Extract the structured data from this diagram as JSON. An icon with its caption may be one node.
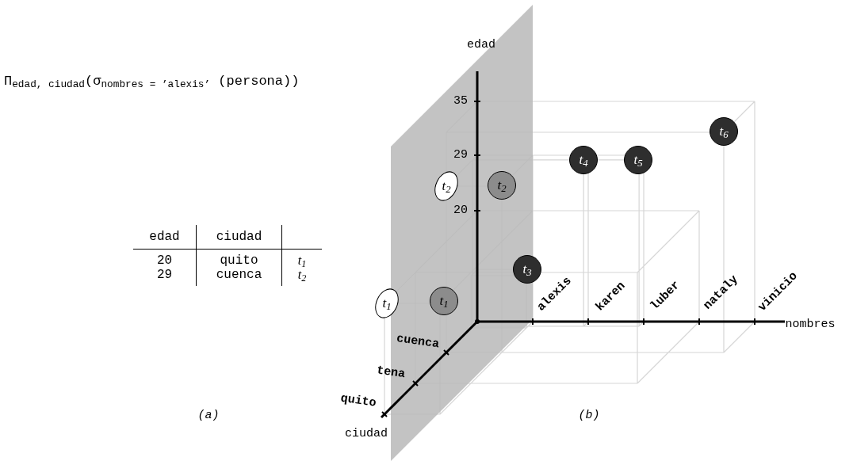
{
  "diagram": {
    "nodes": [
      {
        "text": [
          "t$_{6}$"
        ]
      },
      {
        "text": [
          "t$_{4}$"
        ]
      },
      {
        "text": [
          "t$_{5}$"
        ]
      },
      {
        "text": [
          "t$_{2}$"
        ]
      },
      {
        "text": [
          "t$_{2}$"
        ]
      },
      {
        "text": [
          "t$_{3}$"
        ]
      },
      {
        "text": [
          "t$_{1}$"
        ]
      },
      {
        "text": [
          "t$_{1}$"
        ]
      }
    ],
    "labels": [
      "edad",
      "Π$_{edad, ciudad}$(σ$_{nombres = ’alexis’}$ (persona))",
      "35",
      "29",
      "20",
      "edad",
      "ciudad",
      "20",
      "quito",
      "t$_{1}$",
      "29",
      "cuenca",
      "t$_{2}$",
      "alexis",
      "karen",
      "luber",
      "nataly",
      "vinicio",
      "nombres",
      "cuenca",
      "tena",
      "quito",
      "(a)",
      "(b)",
      "ciudad"
    ]
  }
}
